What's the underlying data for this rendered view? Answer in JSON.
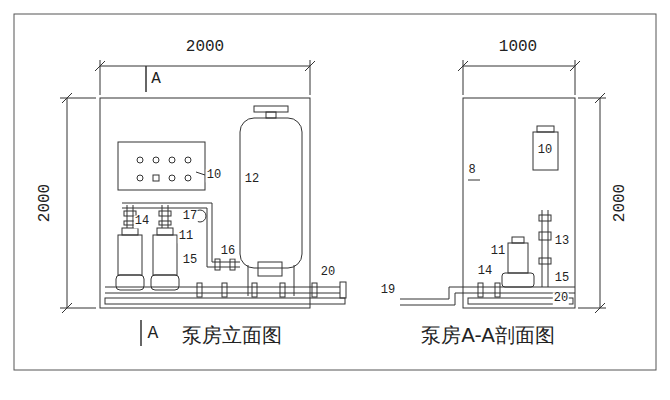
{
  "diagram": {
    "labels": [
      "2000",
      "A",
      "2000",
      "10",
      "12",
      "14",
      "17",
      "11",
      "16",
      "15",
      "20",
      "A",
      "泵房立面图",
      "1000",
      "8",
      "10",
      "11",
      "14",
      "13",
      "15",
      "20",
      "19",
      "泵房A-A剖面图",
      "2000"
    ]
  }
}
